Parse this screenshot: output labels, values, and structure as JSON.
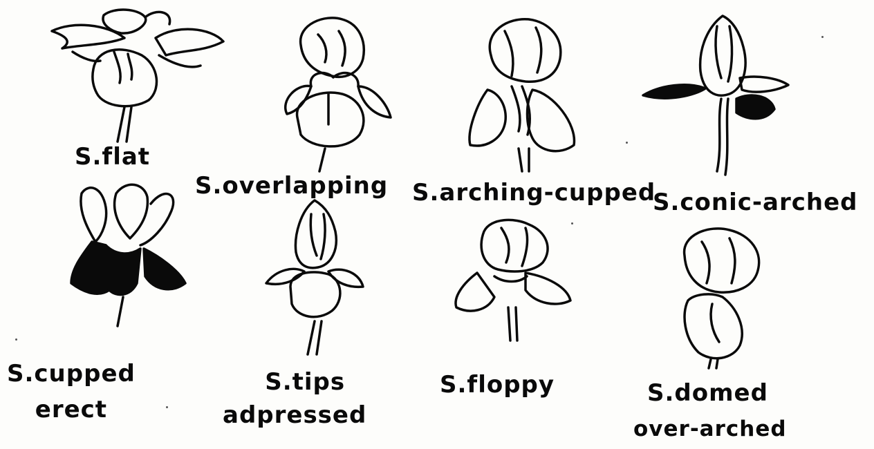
{
  "diagram": {
    "ink_color": "#0a0a0a",
    "paper_color": "#fdfdfb",
    "figures": [
      {
        "id": "flat",
        "caption_line1": "S.flat",
        "caption_line2": ""
      },
      {
        "id": "overlapping",
        "caption_line1": "S.overlapping",
        "caption_line2": ""
      },
      {
        "id": "arching-cupped",
        "caption_line1": "S.arching-cupped",
        "caption_line2": ""
      },
      {
        "id": "conic-arched",
        "caption_line1": "S.conic-arched",
        "caption_line2": ""
      },
      {
        "id": "cupped-erect",
        "caption_line1": "S.cupped",
        "caption_line2": "erect"
      },
      {
        "id": "tips-adpressed",
        "caption_line1": "S.tips",
        "caption_line2": "adpressed"
      },
      {
        "id": "floppy",
        "caption_line1": "S.floppy",
        "caption_line2": ""
      },
      {
        "id": "domed",
        "caption_line1": "S.domed",
        "caption_line2": "over-arched"
      }
    ]
  }
}
